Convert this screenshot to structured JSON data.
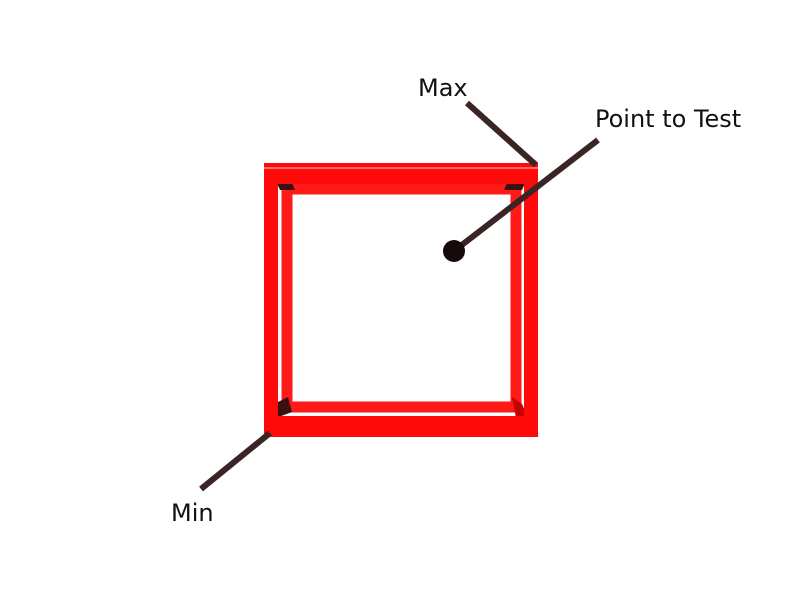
{
  "labels": {
    "max": "Max",
    "point": "Point to Test",
    "min": "Min"
  },
  "colors": {
    "box_front": "#ff0a0a",
    "box_inner": "#ff1a1a",
    "box_edge_shadow": "#c40000",
    "leader": "#3a2424",
    "point": "#160a0a",
    "text": "#111111"
  },
  "icons": {
    "box": "wireframe-cube",
    "point": "filled-circle"
  }
}
